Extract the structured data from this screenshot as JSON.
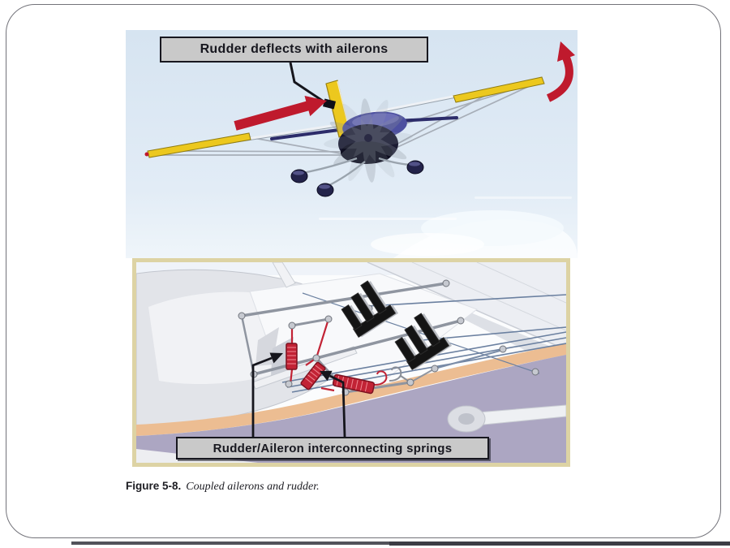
{
  "slide": {
    "background": "#ffffff",
    "frame_color": "#73737a",
    "bottom_edge_color": "#4a4a52"
  },
  "figure": {
    "top_panel": {
      "label": "Rudder deflects with ailerons",
      "sky_color": "#d9e6f2",
      "aileron_color": "#ecc81e",
      "arrow_color": "#bf1a2d",
      "fuselage_color": "#1b1b33",
      "canopy_color": "#4d50a0",
      "stabilizer_color": "#2c2c6a"
    },
    "bottom_panel": {
      "label": "Rudder/Aileron interconnecting springs",
      "frame_color": "#ddd3a4",
      "spring_color": "#c22335",
      "stripe_color": "#ecbd92",
      "belly_color": "#aca6c2",
      "pedal_color": "#141414",
      "cable_color": "#6b80a0"
    },
    "caption": {
      "label": "Figure 5-8.",
      "text": "Coupled ailerons and rudder."
    }
  }
}
